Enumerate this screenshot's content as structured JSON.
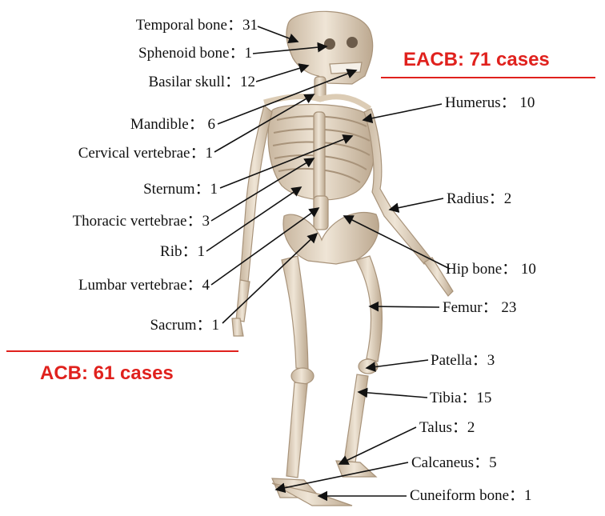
{
  "groups": {
    "eacb": "EACB: 71 cases",
    "acb": "ACB: 61 cases"
  },
  "labels_left": [
    {
      "name": "Temporal bone",
      "text": "Temporal bone：31"
    },
    {
      "name": "Sphenoid bone",
      "text": "Sphenoid bone：1"
    },
    {
      "name": "Basilar skull",
      "text": "Basilar skull：12"
    },
    {
      "name": "Mandible",
      "text": "Mandible： 6"
    },
    {
      "name": "Cervical vertebrae",
      "text": "Cervical vertebrae：1"
    },
    {
      "name": "Sternum",
      "text": "Sternum：1"
    },
    {
      "name": "Thoracic vertebrae",
      "text": "Thoracic vertebrae：3"
    },
    {
      "name": "Rib",
      "text": "Rib：1"
    },
    {
      "name": "Lumbar vertebrae",
      "text": "Lumbar vertebrae：4"
    },
    {
      "name": "Sacrum",
      "text": "Sacrum：1"
    }
  ],
  "labels_right": [
    {
      "name": "Humerus",
      "text": "Humerus： 10"
    },
    {
      "name": "Radius",
      "text": "Radius：2"
    },
    {
      "name": "Hip bone",
      "text": "Hip bone： 10"
    },
    {
      "name": "Femur",
      "text": "Femur： 23"
    },
    {
      "name": "Patella",
      "text": "Patella：3"
    },
    {
      "name": "Tibia",
      "text": "Tibia：15"
    },
    {
      "name": "Talus",
      "text": "Talus：2"
    },
    {
      "name": "Calcaneus",
      "text": "Calcaneus：5"
    },
    {
      "name": "Cuneiform bone",
      "text": "Cuneiform bone：1"
    }
  ],
  "colors": {
    "bone": "#e8dccb",
    "bone_shade": "#b9a58c",
    "accent": "#e0211d",
    "pointer": "#111111"
  }
}
